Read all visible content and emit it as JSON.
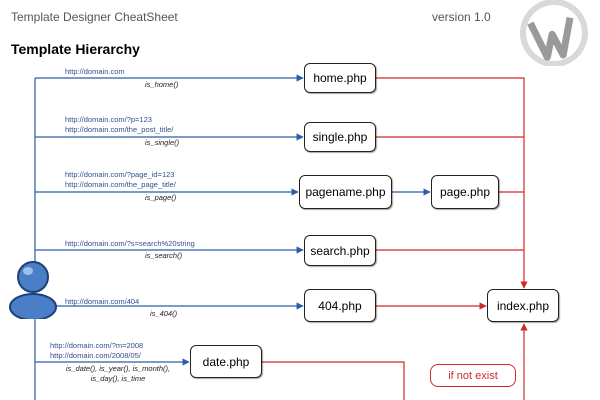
{
  "header": {
    "title": "Template Designer CheatSheet",
    "version": "version 1.0"
  },
  "section_title": "Template Hierarchy",
  "logo_icon": "wordpress-logo-icon",
  "user_icon": "user-icon",
  "colors": {
    "flow_line": "#2a5fa8",
    "fallback_line": "#d12a2a",
    "user_blue": "#4a7fc8",
    "user_dark": "#1e3f7a"
  },
  "rows": {
    "home": {
      "url_lines": [
        "http://domain.com"
      ],
      "condition_lines": [
        "is_home()"
      ],
      "template": "home.php"
    },
    "single": {
      "url_lines": [
        "http://domain.com/?p=123",
        "http://domain.com/the_post_title/"
      ],
      "condition_lines": [
        "is_single()"
      ],
      "template": "single.php"
    },
    "page": {
      "url_lines": [
        "http://domain.com/?page_id=123",
        "http://domain.com/the_page_title/"
      ],
      "condition_lines": [
        "is_page()"
      ],
      "template": "pagename.php",
      "fallback": "page.php"
    },
    "search": {
      "url_lines": [
        "http://domain.com/?s=search%20string"
      ],
      "condition_lines": [
        "is_search()"
      ],
      "template": "search.php"
    },
    "404": {
      "url_lines": [
        "http://domain.com/404"
      ],
      "condition_lines": [
        "is_404()"
      ],
      "template": "404.php"
    },
    "date": {
      "url_lines": [
        "http://domain.com/?m=2008",
        "http://domain.com/2008/05/"
      ],
      "condition_lines": [
        "is_date(), is_year(), is_month(),",
        "is_day(), is_time"
      ],
      "template": "date.php"
    }
  },
  "index_template": "index.php",
  "note_text": "if not exist"
}
